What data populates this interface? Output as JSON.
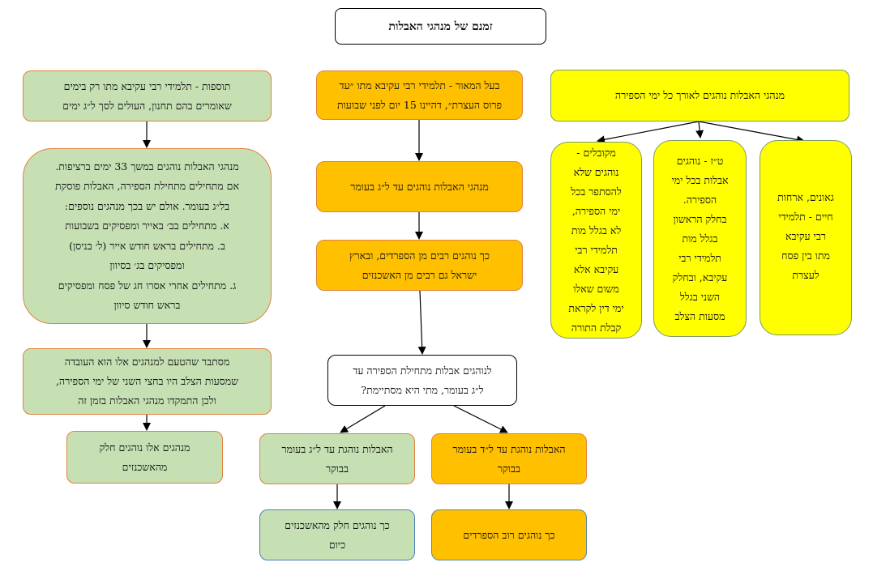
{
  "title": "זמנם של מנהגי האבלות",
  "left": {
    "tosafot": [
      "תוספות - תלמידי רבי עקיבא מתו רק בימים",
      "שאומרים בהם תחנון, העולים לסך ל״ג ימים"
    ],
    "customs": [
      "מנהגי האבלות נוהגים במשך 33 ימים ברציפות.",
      "אם מתחילים מתחילת הספירה, האבלות פוסקת",
      "בל״ג בעומר. אולם יש בכך מנהגים נוספים:",
      "א. מתחילים בב׳ באייר ומפסיקים בשבועות",
      "ב. מתחילים בראש חודש אייר (ל׳ בניסן)",
      "ומפסיקים בג׳ בסיוון",
      "ג. מתחילים אחרי אסרו חג של פסח ומפסיקים",
      "בראש חודש סיוון"
    ],
    "explanation": [
      "מסתבר שהטעם למנהגים אלו הוא העובדה",
      "שמסעות הצלב היו בחצי השני של ימי הספירה,",
      "ולכן התמקדו מנהגי האבלות בזמן זה"
    ],
    "ashkenazim": [
      "מנהגים אלו נוהגים חלק",
      "מהאשכנזים"
    ]
  },
  "middle": {
    "baal_hamaor": [
      "בעל המאור - תלמידי רבי עקיבא מתו ״עד",
      "פרוס העצרת״, דהיינו 15 יום לפני שבועות"
    ],
    "until_lag": [
      "מנהגי האבלות נוהגים עד ל״ג בעומר"
    ],
    "sefardim": [
      "כך נוהגים רבים מן הספרדים, ובארץ",
      "ישראל גם רבים מן האשכנזים"
    ],
    "question": [
      "לנוהגים אבלות מתחילת הספירה עד",
      "ל״ג בעומר, מתי היא מסתיימת?"
    ],
    "lag_morning": [
      "האבלות נוהגת עד ל״ג בעומר",
      "בבוקר"
    ],
    "lag_practice": [
      "כך נוהגים חלק מהאשכנזים",
      "כיום"
    ],
    "lad_morning": [
      "האבלות נוהגת עד ל״ד בעומר",
      "בבוקר"
    ],
    "lad_practice": [
      "כך נוהגים רוב הספרדים"
    ]
  },
  "right": {
    "all_days": [
      "מנהגי האבלות נוהגים לאורך כל ימי הספירה"
    ],
    "mekubalim": [
      "מקובלים -",
      "נוהגים שלא",
      "להסתפר בכל",
      "ימי הספירה,",
      "לא בגלל מות",
      "תלמידי רבי",
      "עקיבא אלא",
      "משום שאלו",
      "ימי דין לקראת",
      "קבלת התורה"
    ],
    "taz": [
      "ט״ז - נוהגים",
      "אבלות בכל ימי",
      "הספירה.",
      "בחלק הראשון",
      "בגלל מות",
      "תלמידי רבי",
      "עקיבא, ובחלק",
      "השני בגלל",
      "מסעות הצלב"
    ],
    "geonim": [
      "גאונים, ארחות",
      "חיים - תלמידי",
      "רבי עקיבא",
      "מתו בין פסח",
      "לעצרת"
    ]
  },
  "colors": {
    "green": "#c6e0b4",
    "orange": "#ffc000",
    "yellow": "#ffff00",
    "border": "#e0823c"
  }
}
